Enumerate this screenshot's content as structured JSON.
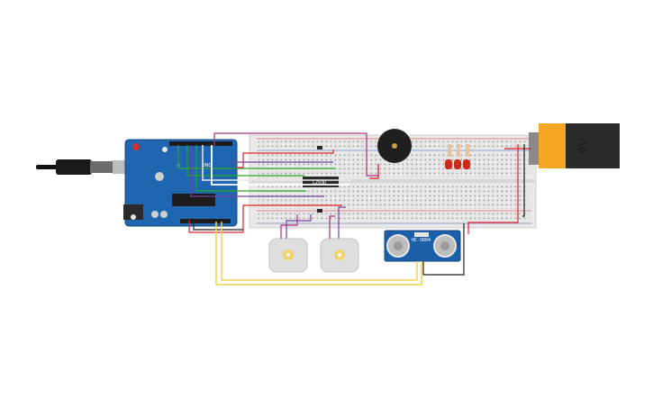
{
  "board": {
    "logo": "UNO",
    "brand_mark": "∞"
  },
  "battery": {
    "label": "9V"
  },
  "driver": {
    "label": "L293D"
  },
  "sensor": {
    "label": "HC-SR04"
  },
  "colors": {
    "board": "#1e66b0",
    "breadboard": "#e8e8e8",
    "battery_top": "#f5a623",
    "battery_body": "#2b2b2b",
    "wire_red": "#e0202a",
    "wire_green": "#2aa52a",
    "wire_purple": "#7a3ea0",
    "wire_magenta": "#b0307a",
    "wire_yellow": "#f2d14a",
    "wire_black": "#222222",
    "led": "#cc2a1a"
  }
}
